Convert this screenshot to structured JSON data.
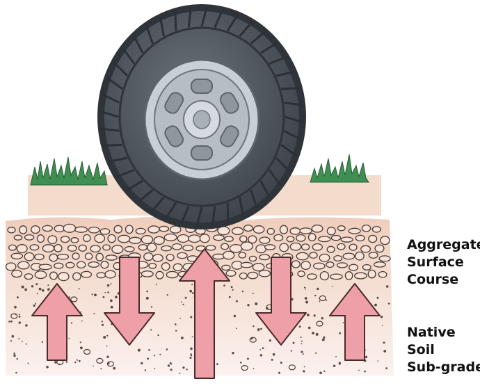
{
  "labels": {
    "aggregate": [
      "Aggregate",
      "Surface",
      "Course"
    ],
    "native": [
      "Native",
      "Soil",
      "Sub-grade"
    ]
  },
  "arrows": [
    {
      "direction": "up",
      "shaft": "short"
    },
    {
      "direction": "down",
      "shaft": "short"
    },
    {
      "direction": "up",
      "shaft": "long"
    },
    {
      "direction": "down",
      "shaft": "short"
    },
    {
      "direction": "up",
      "shaft": "short"
    }
  ],
  "colors": {
    "arrow_fill": "#ef9fa7",
    "arrow_stroke": "#4a2a2a",
    "tire": "#5b6168",
    "rim": "#c9cfd6",
    "grass": "#3f8f52",
    "ground_surface": "#f3dccb",
    "aggregate": "#f2d2c2",
    "subgrade": "#f8e8e3"
  },
  "icons": [
    "tire-icon",
    "grass-icon",
    "arrow-up-icon",
    "arrow-down-icon"
  ]
}
